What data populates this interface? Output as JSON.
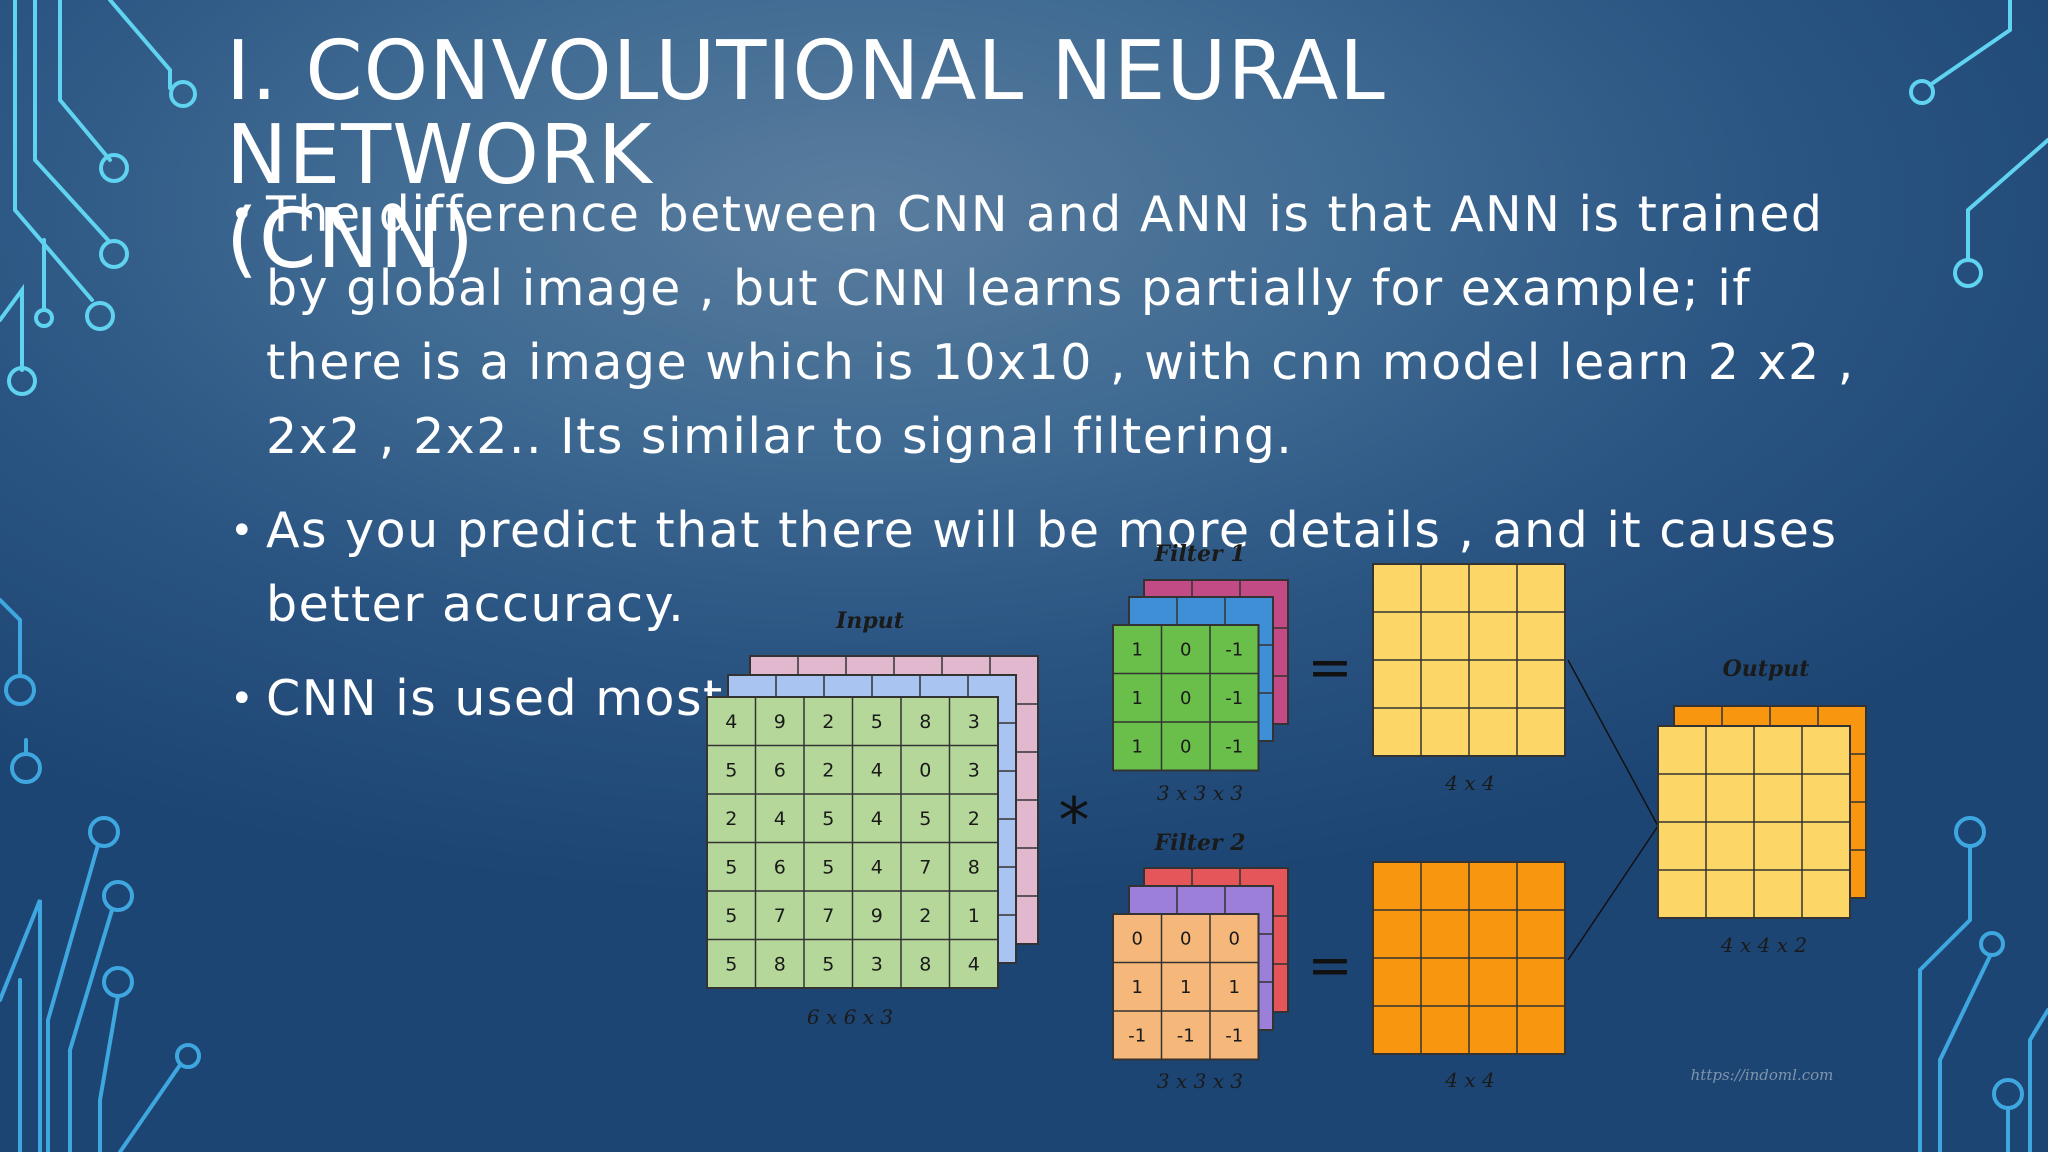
{
  "slide": {
    "title_line1": "I. CONVOLUTIONAL NEURAL NETWORK",
    "title_line2": "(CNN)",
    "bullets": [
      "The difference between CNN and ANN is that ANN is trained by global image , but CNN learns partially for example;  if there is a image which is 10x10 , with cnn model learn 2 x2 , 2x2 , 2x2..  Its similar to signal filtering.",
      "As you predict that there will be more details , and it causes better accuracy.",
      "CNN is used most in image"
    ]
  },
  "diagram": {
    "input_label": "Input",
    "input_dims": "6 x 6 x 3",
    "input_matrix": [
      [
        "4",
        "9",
        "2",
        "5",
        "8",
        "3"
      ],
      [
        "5",
        "6",
        "2",
        "4",
        "0",
        "3"
      ],
      [
        "2",
        "4",
        "5",
        "4",
        "5",
        "2"
      ],
      [
        "5",
        "6",
        "5",
        "4",
        "7",
        "8"
      ],
      [
        "5",
        "7",
        "7",
        "9",
        "2",
        "1"
      ],
      [
        "5",
        "8",
        "5",
        "3",
        "8",
        "4"
      ]
    ],
    "conv_symbol": "*",
    "equals_symbol": "=",
    "filter1_label": "Filter 1",
    "filter1_dims": "3 x 3 x 3",
    "filter1_matrix": [
      [
        "1",
        "0",
        "-1"
      ],
      [
        "1",
        "0",
        "-1"
      ],
      [
        "1",
        "0",
        "-1"
      ]
    ],
    "filter2_label": "Filter 2",
    "filter2_dims": "3 x 3 x 3",
    "filter2_matrix": [
      [
        "0",
        "0",
        "0"
      ],
      [
        "1",
        "1",
        "1"
      ],
      [
        "-1",
        "-1",
        "-1"
      ]
    ],
    "result1_dims": "4 x 4",
    "result2_dims": "4 x 4",
    "output_label": "Output",
    "output_dims": "4 x 4 x 2",
    "watermark": "https://indoml.com",
    "colors": {
      "input_front": "#b5d89a",
      "input_mid": "#a9c4f0",
      "input_back": "#e2b8cf",
      "filter1_front": "#6abf4b",
      "filter1_mid": "#3f8fd6",
      "filter1_back": "#c24b85",
      "filter2_front": "#f5b77a",
      "filter2_mid": "#9b7fd8",
      "filter2_back": "#e5565a",
      "result1": "#fcd667",
      "result2": "#f8960f",
      "output_front": "#fcd667",
      "output_back": "#f8960f"
    }
  }
}
